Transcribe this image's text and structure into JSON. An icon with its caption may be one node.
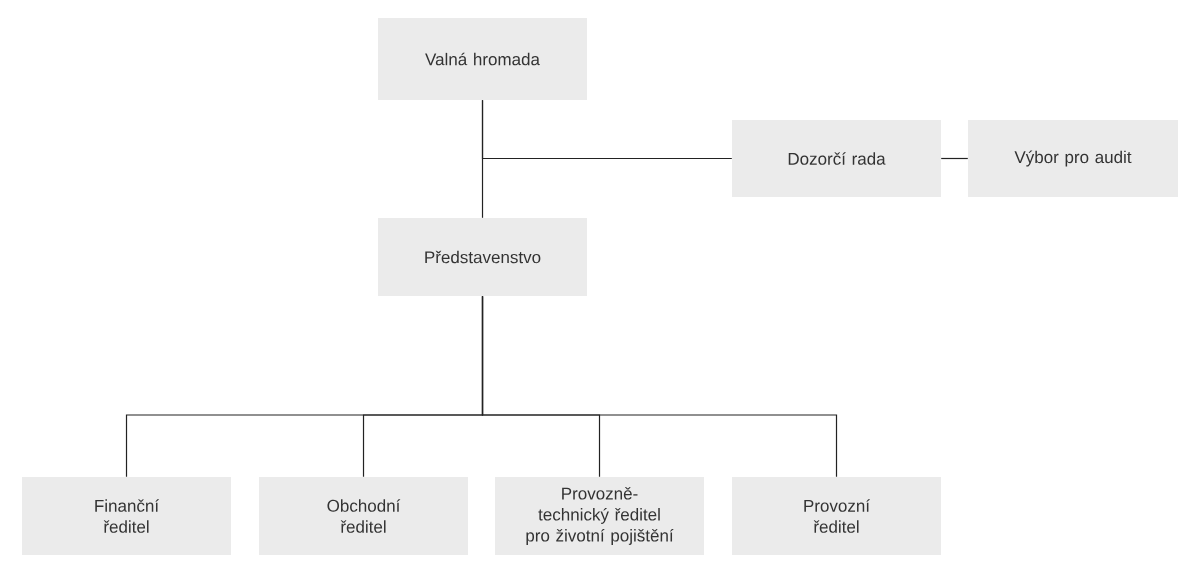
{
  "diagram": {
    "nodes": [
      {
        "text": [
          "Valná hromada"
        ]
      },
      {
        "text": [
          "Dozorčí rada"
        ]
      },
      {
        "text": [
          "Výbor pro audit"
        ]
      },
      {
        "text": [
          "Představenstvo"
        ]
      },
      {
        "text": [
          "Finanční ředitel"
        ]
      },
      {
        "text": [
          "Obchodní ředitel"
        ]
      },
      {
        "text": [
          "Provozně-technický ředitel pro životní pojištění"
        ]
      },
      {
        "text": [
          "Provozní ředitel"
        ]
      }
    ],
    "edges": [
      {
        "from": 0,
        "to": 3,
        "arrow": "none"
      },
      {
        "from": 0,
        "to": 1,
        "arrow": "none"
      },
      {
        "from": 1,
        "to": 2,
        "arrow": "none"
      },
      {
        "from": 3,
        "to": 4,
        "arrow": "none"
      },
      {
        "from": 3,
        "to": 5,
        "arrow": "none"
      },
      {
        "from": 3,
        "to": 6,
        "arrow": "none"
      },
      {
        "from": 3,
        "to": 7,
        "arrow": "none"
      }
    ]
  }
}
